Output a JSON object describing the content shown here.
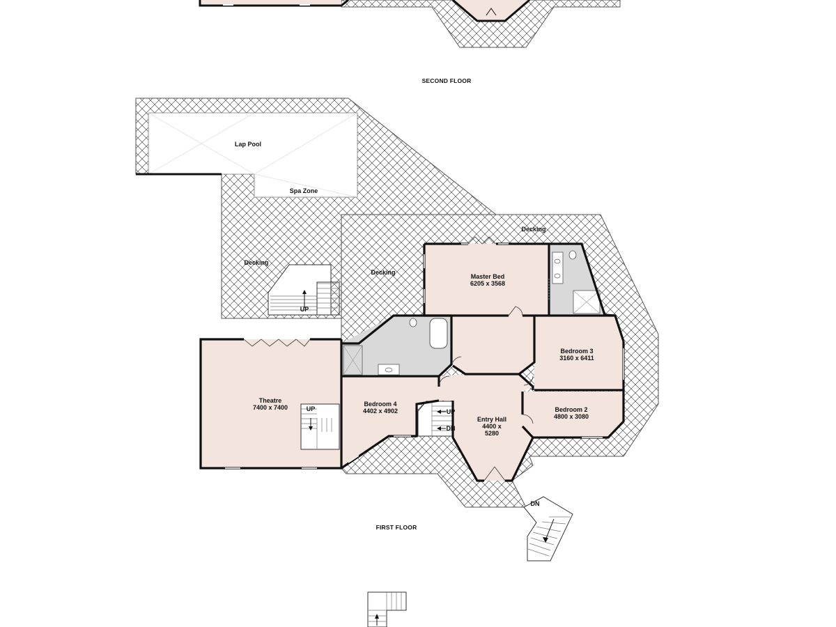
{
  "floors": {
    "second": "SECOND FLOOR",
    "first": "FIRST FLOOR"
  },
  "rooms": {
    "lap_pool": "Lap Pool",
    "spa_zone": "Spa Zone",
    "decking_top": "Decking",
    "decking_left": "Decking",
    "decking_mid": "Decking",
    "master_bed": {
      "name": "Master Bed",
      "size": "6205 x 3568"
    },
    "bedroom3": {
      "name": "Bedroom 3",
      "size": "3160 x 6411"
    },
    "bedroom2": {
      "name": "Bedroom 2",
      "size": "4800 x 3080"
    },
    "bedroom4": {
      "name": "Bedroom 4",
      "size": "4402 x 4902"
    },
    "theatre": {
      "name": "Theatre",
      "size": "7400 x 7400"
    },
    "entry_hall": {
      "name": "Entry Hall",
      "size_line1": "4400 x",
      "size_line2": "5280"
    }
  },
  "stairs": {
    "up_left": "UP",
    "up_theatre": "UP",
    "up_entry": "UP",
    "dn_entry": "DN",
    "dn_outside": "DN"
  },
  "colors": {
    "room_fill": "#f3e5de",
    "wet_fill": "#d9d9d9",
    "wall": "#111111",
    "deck_line": "#555555",
    "deck_bg": "#ffffff"
  }
}
